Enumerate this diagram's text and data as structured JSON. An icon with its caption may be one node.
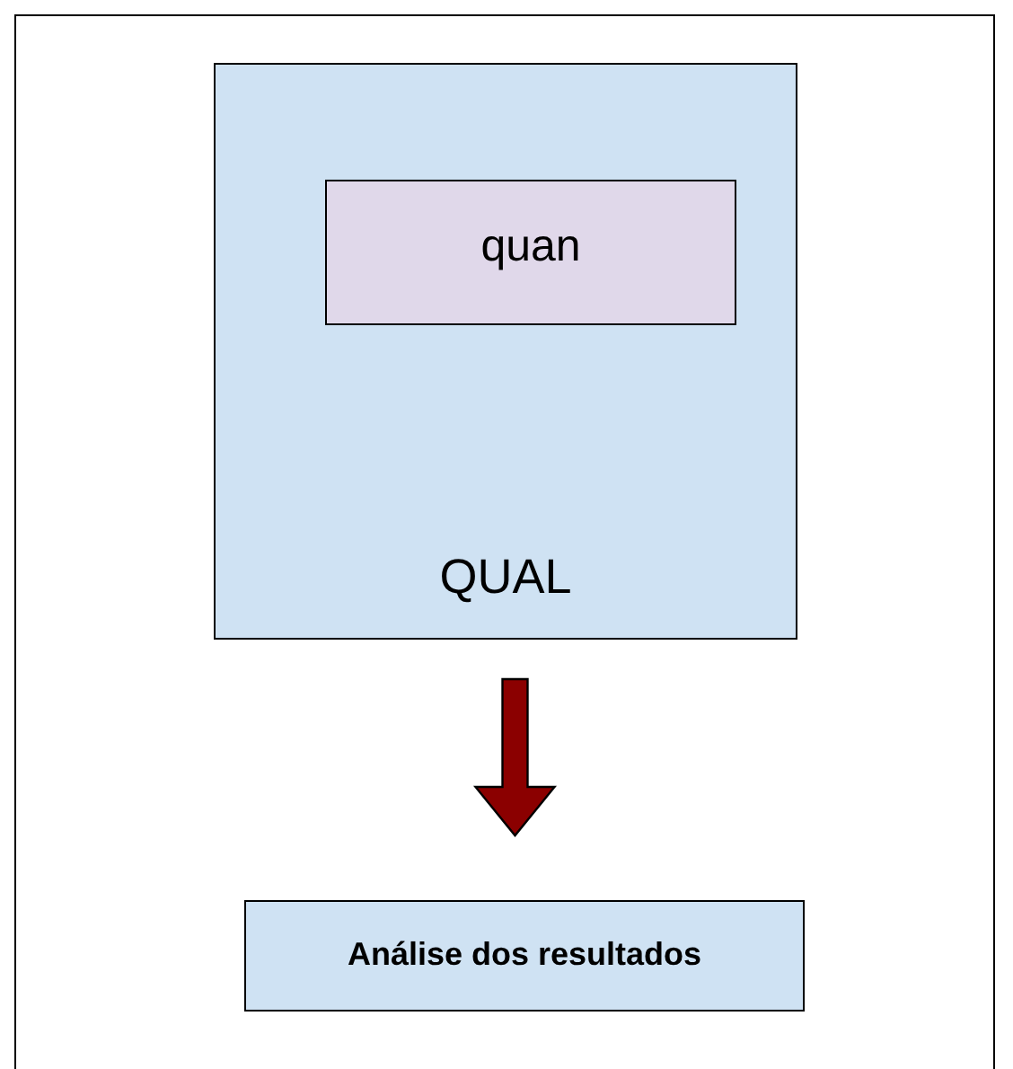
{
  "diagram": {
    "nodes": [
      {
        "text": [
          "QUAL"
        ]
      },
      {
        "text": [
          "quan"
        ],
        "in": 0
      },
      {
        "text": [
          "Análise dos resultados"
        ]
      }
    ],
    "edges": [
      {
        "from": 0,
        "to": 2,
        "arrow": "to",
        "style": "thick",
        "color": "#8b0000"
      }
    ]
  }
}
